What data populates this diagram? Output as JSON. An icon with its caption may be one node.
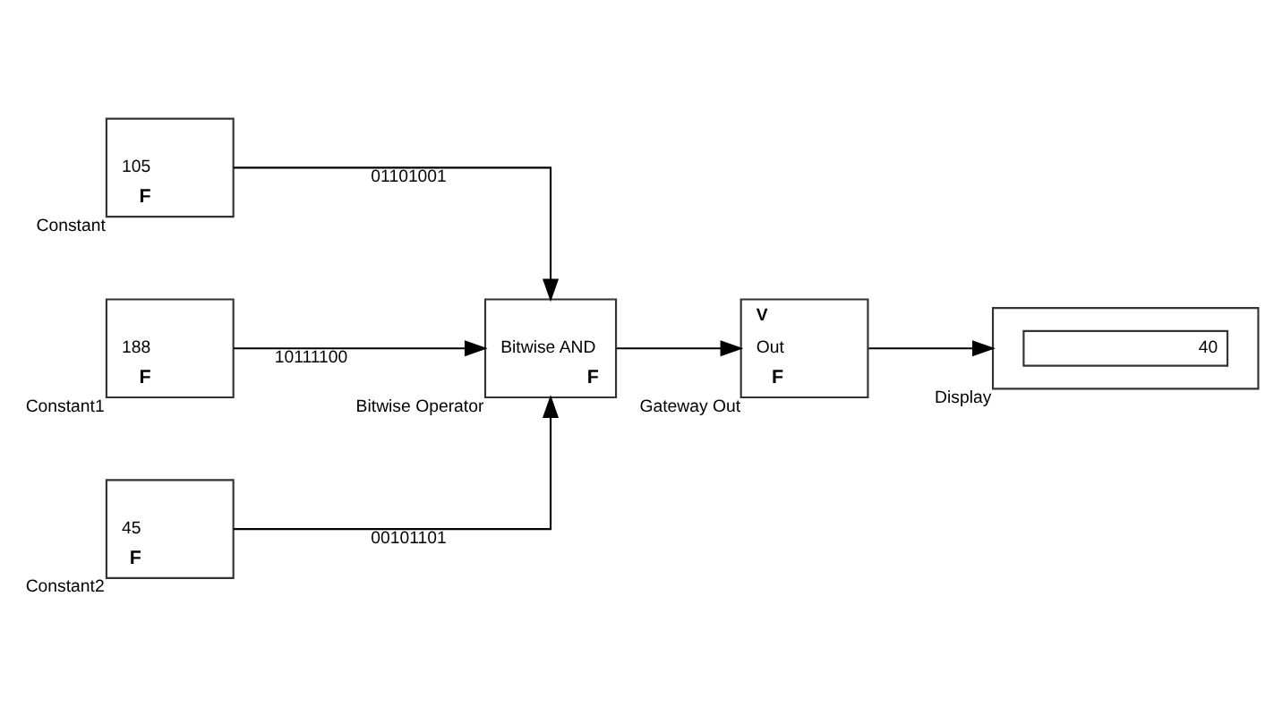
{
  "diagram": {
    "nodes": [
      {
        "text": [
          "105",
          "F"
        ],
        "beside": [
          "Constant"
        ]
      },
      {
        "text": [
          "188",
          "F"
        ],
        "beside": [
          "Constant1"
        ]
      },
      {
        "text": [
          "Bitwise AND",
          "F"
        ],
        "beside": [
          "Bitwise Operator"
        ]
      },
      {
        "text": [
          "V",
          "Out",
          "F"
        ],
        "beside": [
          "Gateway Out"
        ]
      },
      {
        "text": [
          "40"
        ],
        "beside": [
          "Display"
        ]
      },
      {
        "text": [
          "45",
          "F"
        ],
        "beside": [
          "Constant2"
        ]
      }
    ],
    "edges": [
      {
        "from": 0,
        "to": 2,
        "arrow": "to",
        "label": "01101001"
      },
      {
        "from": 1,
        "to": 2,
        "arrow": "to",
        "label": "10111100"
      },
      {
        "from": 5,
        "to": 2,
        "arrow": "to",
        "label": "00101101"
      },
      {
        "from": 2,
        "to": 3,
        "arrow": "to"
      },
      {
        "from": 3,
        "to": 4,
        "arrow": "to"
      }
    ]
  }
}
